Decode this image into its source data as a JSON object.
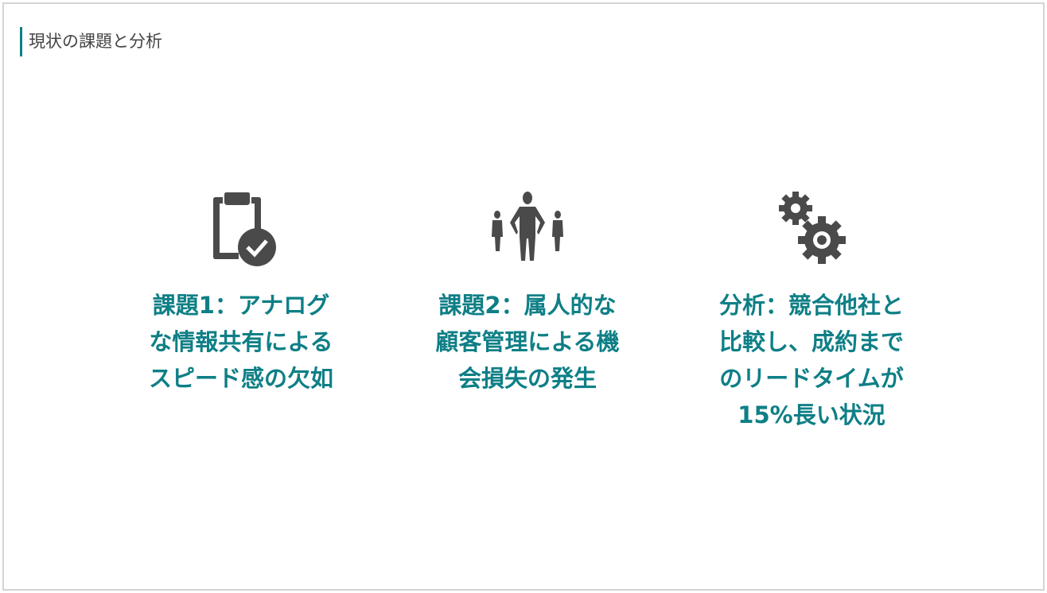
{
  "title": "現状の課題と分析",
  "accent_color": "#0e7f86",
  "icon_color": "#4a4a4a",
  "items": [
    {
      "icon": "clipboard-check-icon",
      "lines": [
        "課題1：アナログ",
        "な情報共有による",
        "スピード感の欠如"
      ]
    },
    {
      "icon": "business-people-icon",
      "lines": [
        "課題2：属人的な",
        "顧客管理による機",
        "会損失の発生"
      ]
    },
    {
      "icon": "gears-icon",
      "lines": [
        "分析：競合他社と",
        "比較し、成約まで",
        "のリードタイムが",
        "15%長い状況"
      ]
    }
  ]
}
